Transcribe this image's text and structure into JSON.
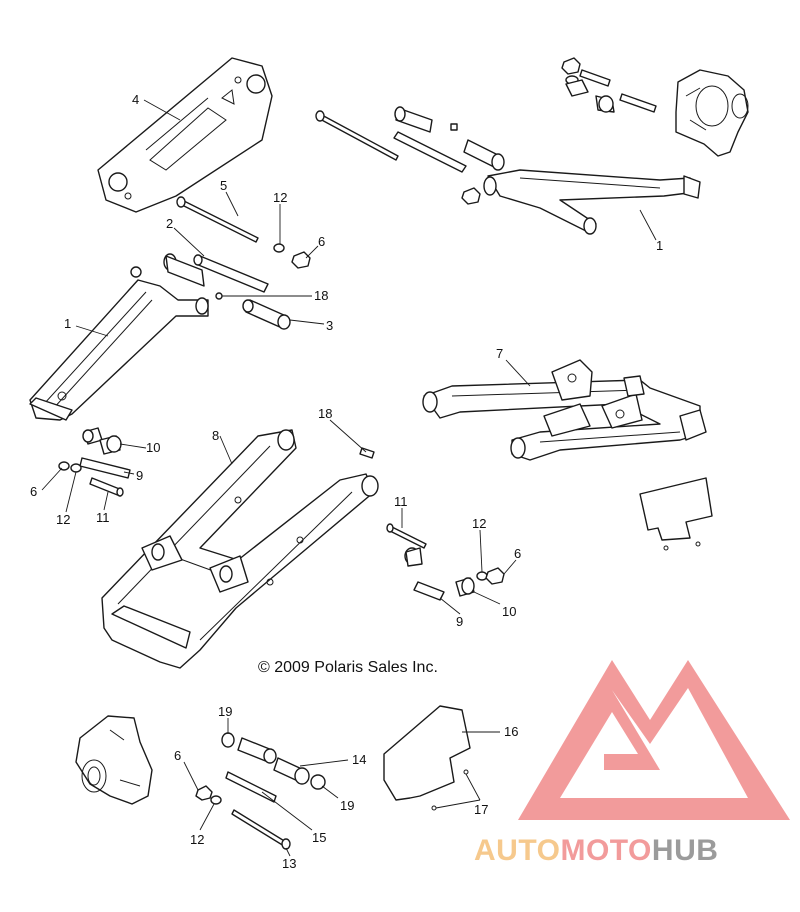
{
  "copyright": "© 2009 Polaris Sales Inc.",
  "watermark": {
    "part1": "AUTO",
    "part2": "MOTO",
    "part3": "HUB",
    "color_orange": "#f5c07a",
    "color_red": "#f08a8a",
    "color_gray": "#8a8a8a"
  },
  "callouts": [
    {
      "id": "c4",
      "label": "4"
    },
    {
      "id": "c5",
      "label": "5"
    },
    {
      "id": "c12a",
      "label": "12"
    },
    {
      "id": "c6a",
      "label": "6"
    },
    {
      "id": "c2",
      "label": "2"
    },
    {
      "id": "c18a",
      "label": "18"
    },
    {
      "id": "c3",
      "label": "3"
    },
    {
      "id": "c1a",
      "label": "1"
    },
    {
      "id": "c1b",
      "label": "1"
    },
    {
      "id": "c7",
      "label": "7"
    },
    {
      "id": "c8",
      "label": "8"
    },
    {
      "id": "c18b",
      "label": "18"
    },
    {
      "id": "c10a",
      "label": "10"
    },
    {
      "id": "c9a",
      "label": "9"
    },
    {
      "id": "c6b",
      "label": "6"
    },
    {
      "id": "c12b",
      "label": "12"
    },
    {
      "id": "c11a",
      "label": "11"
    },
    {
      "id": "c11b",
      "label": "11"
    },
    {
      "id": "c12c",
      "label": "12"
    },
    {
      "id": "c6c",
      "label": "6"
    },
    {
      "id": "c10b",
      "label": "10"
    },
    {
      "id": "c9b",
      "label": "9"
    },
    {
      "id": "c16",
      "label": "16"
    },
    {
      "id": "c19a",
      "label": "19"
    },
    {
      "id": "c14",
      "label": "14"
    },
    {
      "id": "c19b",
      "label": "19"
    },
    {
      "id": "c6d",
      "label": "6"
    },
    {
      "id": "c12d",
      "label": "12"
    },
    {
      "id": "c15",
      "label": "15"
    },
    {
      "id": "c13",
      "label": "13"
    },
    {
      "id": "c17",
      "label": "17"
    }
  ]
}
